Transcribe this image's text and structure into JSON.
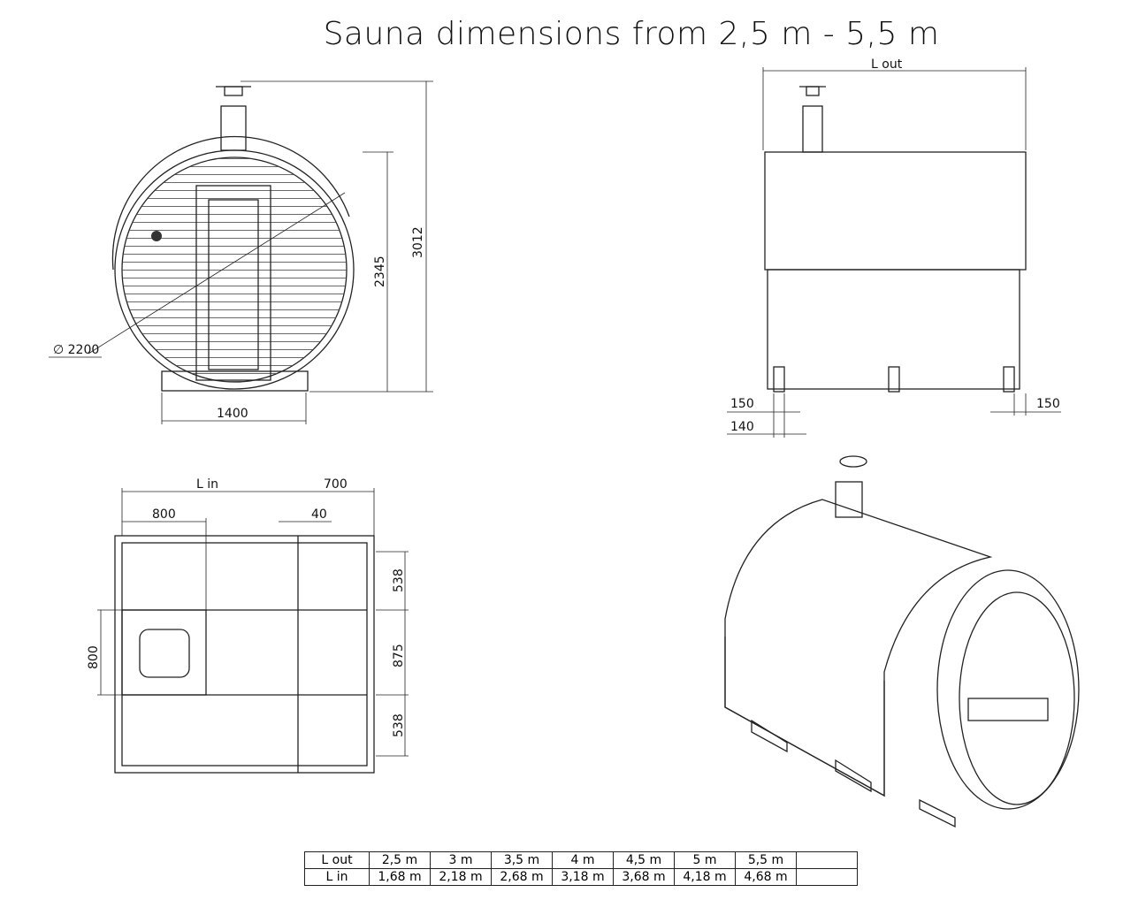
{
  "title": "Sauna dimensions from 2,5 m - 5,5 m",
  "front_view": {
    "height_total": "3012",
    "height_body": "2345",
    "diameter": "∅ 2200",
    "base_width": "1400"
  },
  "side_view": {
    "length_label": "L out",
    "left_offset": "150",
    "left_foot": "140",
    "right_offset": "150"
  },
  "plan_view": {
    "length_label": "L in",
    "porch": "700",
    "heater_zone": "800",
    "wall": "40",
    "bench_top": "538",
    "middle": "875",
    "bench_bottom": "538",
    "heater_depth": "800"
  },
  "table": {
    "rows": [
      {
        "label": "L out",
        "values": [
          "2,5 m",
          "3 m",
          "3,5 m",
          "4 m",
          "4,5 m",
          "5 m",
          "5,5 m",
          ""
        ]
      },
      {
        "label": "L in",
        "values": [
          "1,68 m",
          "2,18 m",
          "2,68 m",
          "3,18 m",
          "3,68 m",
          "4,18 m",
          "4,68 m",
          ""
        ]
      }
    ]
  }
}
